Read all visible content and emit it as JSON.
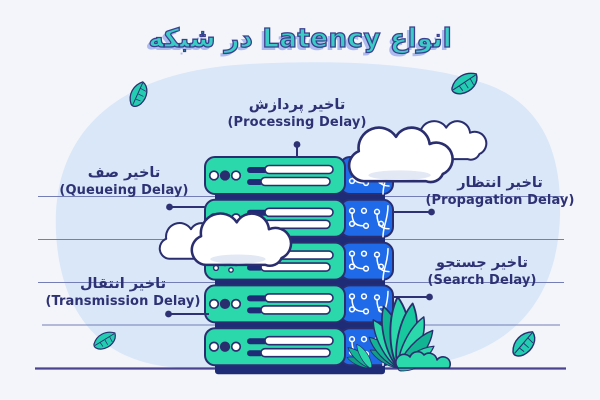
{
  "title": {
    "text": "انواع Latency در شبکه"
  },
  "labels": {
    "processing": {
      "fa": "تاخیر پردازش",
      "en": "(Processing Delay)"
    },
    "queueing": {
      "fa": "تاخیر صف",
      "en": "(Queueing Delay)"
    },
    "propagation": {
      "fa": "تاخیر انتظار",
      "en": "(Propagation Delay)"
    },
    "transmission": {
      "fa": "تاخیر انتقال",
      "en": "(Transmission Delay)"
    },
    "search": {
      "fa": "تاخیر جستجو",
      "en": "(Search Delay)"
    }
  },
  "colors": {
    "background": "#F4F5FA",
    "blob": "#D9E7F8",
    "server_front": "#2BD8AC",
    "server_side": "#1E6AE9",
    "outline_navy": "#2A2E6E",
    "label_text": "#2E3274",
    "title_fill": "#3ACCC5",
    "ground_line": "#4A4390"
  }
}
